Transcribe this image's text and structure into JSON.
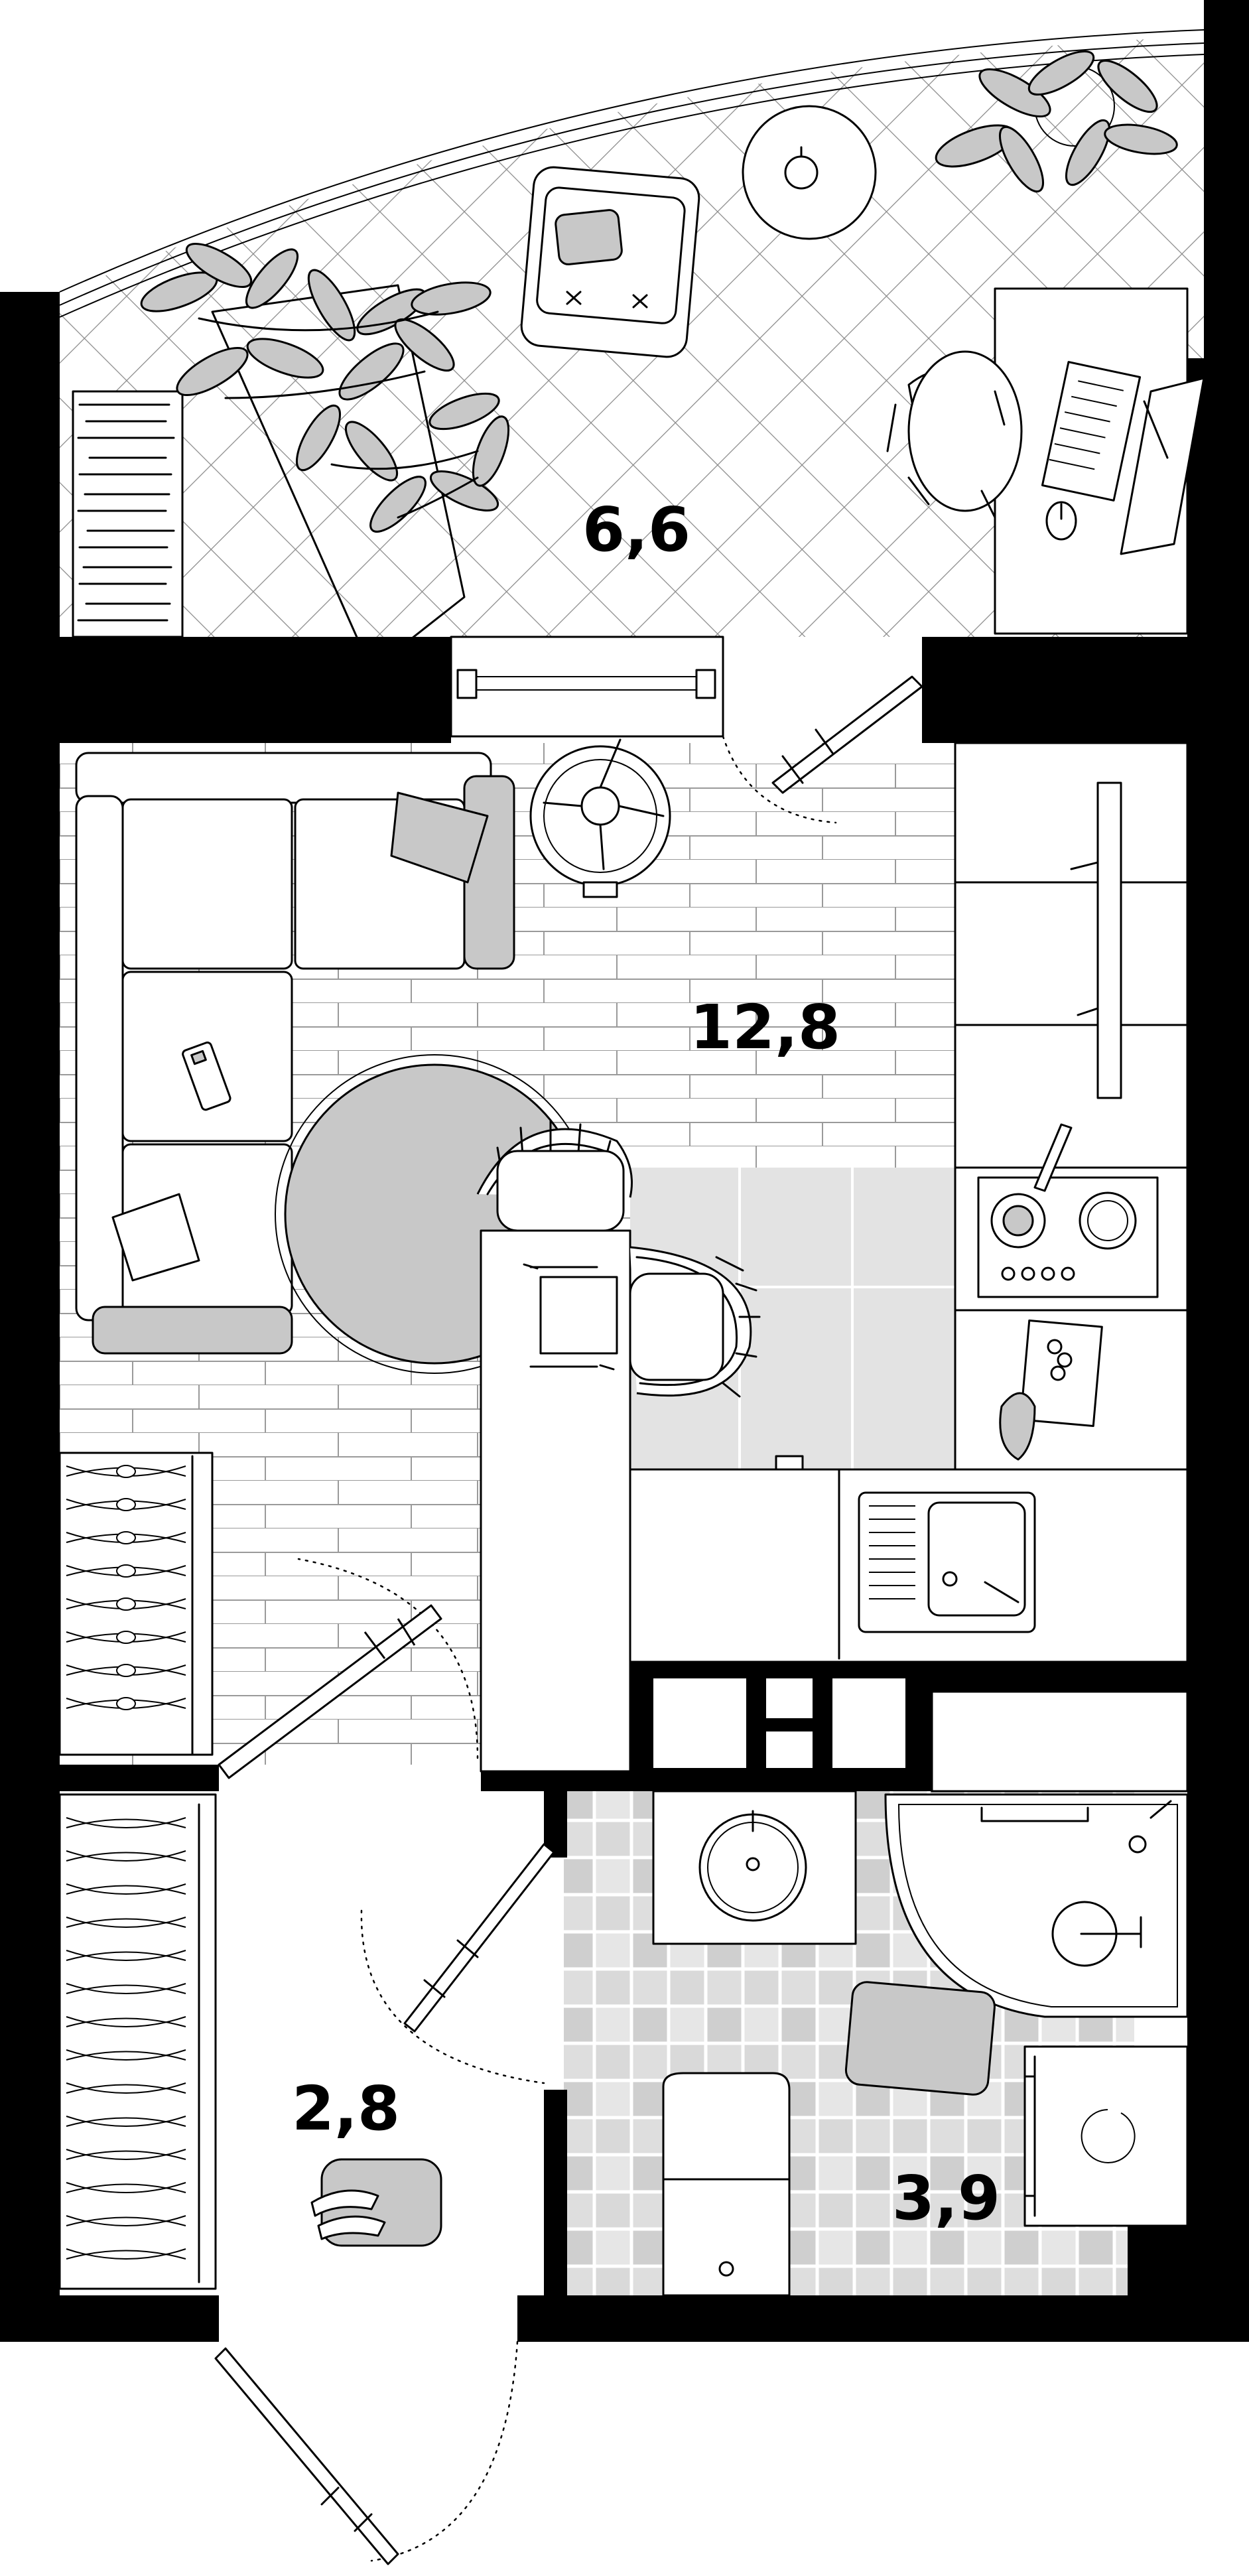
{
  "rooms": [
    {
      "id": "loggia",
      "area": "6,6"
    },
    {
      "id": "living-room",
      "area": "12,8"
    },
    {
      "id": "hallway",
      "area": "2,8"
    },
    {
      "id": "bathroom",
      "area": "3,9"
    }
  ]
}
